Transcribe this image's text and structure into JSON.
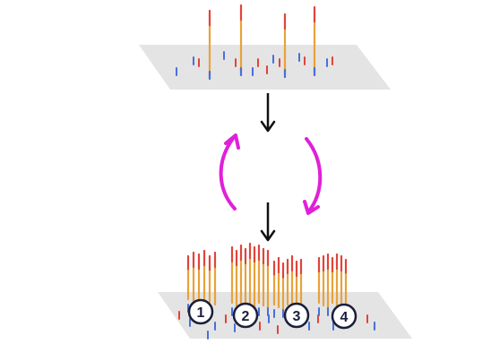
{
  "colors": {
    "surface": "#e4e4e4",
    "strand": "#e8a23a",
    "red_tip": "#e0443a",
    "blue_mark": "#4a6fd8",
    "arrow_black": "#111111",
    "cycle_arrow": "#e020d8",
    "badge_ring": "#1b1f3a",
    "badge_fill": "#ffffff"
  },
  "top_panel": {
    "description_icon": "flat-surface-with-sparse-strands"
  },
  "cycle": {
    "icon": "amplification-cycle-arrows"
  },
  "bottom_panel": {
    "clusters": [
      {
        "label": "1"
      },
      {
        "label": "2"
      },
      {
        "label": "3"
      },
      {
        "label": "4"
      }
    ]
  }
}
